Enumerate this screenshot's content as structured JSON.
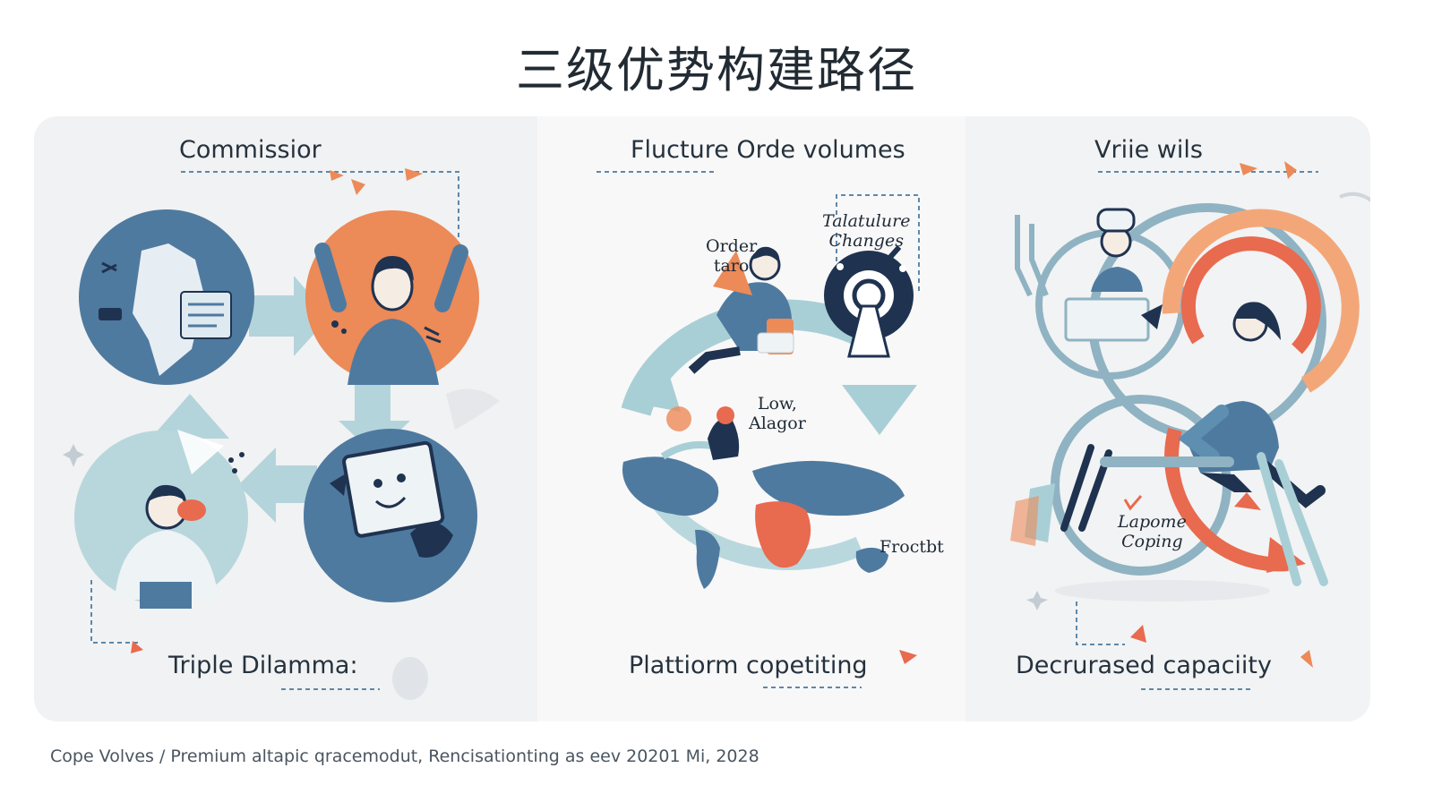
{
  "title": "三级优势构建路径",
  "panels": {
    "left": {
      "top_label": "Commissior",
      "bottom_label": "Triple Dilamma:"
    },
    "middle": {
      "top_label": "Flucture Orde volumes",
      "order_label_1": "Order",
      "order_label_2": "taro",
      "changes_label_1": "Talatulure",
      "changes_label_2": "Changes",
      "low_label_1": "Low,",
      "low_label_2": "Alagor",
      "froctbt_label": "Froctbt",
      "bottom_label": "Plattiorm copetiting"
    },
    "right": {
      "top_label": "Vriie wils",
      "coping_label_1": "Lapome",
      "coping_label_2": "Coping",
      "bottom_label": "Decrurased capaciity"
    }
  },
  "footer": "Cope Volves / Premium altapic qracemodut, Rencisationting as eev 20201 Mi, 2028",
  "colors": {
    "navy": "#1f3350",
    "steel_blue": "#4f7aa0",
    "light_blue": "#a9cfd6",
    "orange": "#ec8a58",
    "coral": "#e86a4f"
  }
}
